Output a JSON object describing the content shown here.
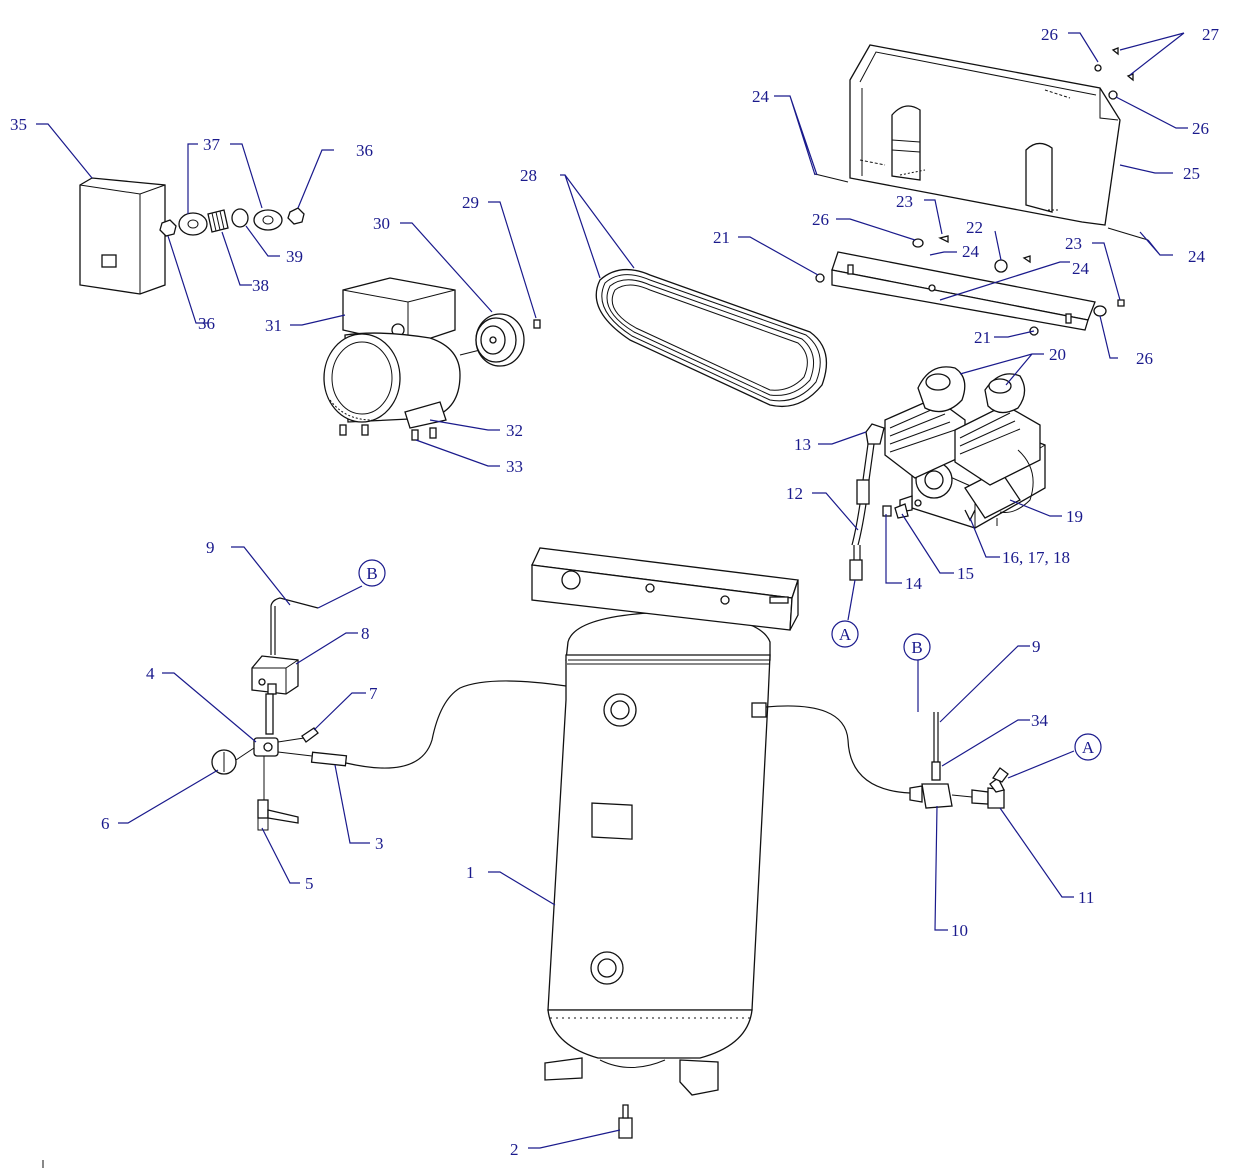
{
  "callouts": {
    "c1": "1",
    "c2": "2",
    "c3": "3",
    "c4": "4",
    "c5": "5",
    "c6": "6",
    "c7": "7",
    "c8": "8",
    "c9a": "9",
    "c9b": "9",
    "c10": "10",
    "c11": "11",
    "c12": "12",
    "c13": "13",
    "c14": "14",
    "c15": "15",
    "c16": "16, 17, 18",
    "c19": "19",
    "c20": "20",
    "c21a": "21",
    "c21b": "21",
    "c22": "22",
    "c23a": "23",
    "c23b": "23",
    "c24a": "24",
    "c24b": "24",
    "c24c": "24",
    "c24d": "24",
    "c25": "25",
    "c26a": "26",
    "c26b": "26",
    "c26c": "26",
    "c26d": "26",
    "c27": "27",
    "c28": "28",
    "c29": "29",
    "c30": "30",
    "c31": "31",
    "c32": "32",
    "c33": "33",
    "c34": "34",
    "c35": "35",
    "c36a": "36",
    "c36b": "36",
    "c37": "37",
    "c38": "38",
    "c39": "39"
  },
  "connectors": {
    "a1": "A",
    "a2": "A",
    "b1": "B",
    "b2": "B"
  },
  "colors": {
    "callout": "#1a1a8c",
    "linework": "#111111"
  }
}
